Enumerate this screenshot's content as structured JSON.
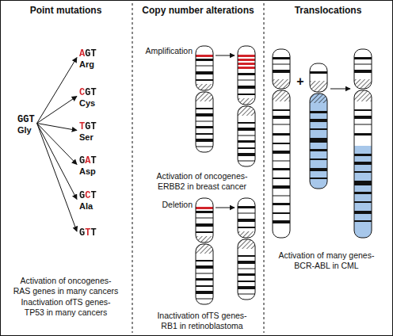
{
  "diagram": {
    "nodes": [
      {
        "text": [
          "GGT",
          "Gly"
        ]
      },
      {
        "text": [
          "AGT",
          "Arg"
        ]
      },
      {
        "text": [
          "CGT",
          "Cys"
        ]
      },
      {
        "text": [
          "TGT",
          "Ser"
        ]
      },
      {
        "text": [
          "GAT",
          "Asp"
        ]
      },
      {
        "text": [
          "GCT",
          "Ala"
        ]
      },
      {
        "text": [
          "GTT"
        ]
      }
    ],
    "edges": [
      {
        "from": 0,
        "to": 1,
        "arrow": "to"
      },
      {
        "from": 0,
        "to": 2,
        "arrow": "to"
      },
      {
        "from": 0,
        "to": 3,
        "arrow": "to"
      },
      {
        "from": 0,
        "to": 4,
        "arrow": "to"
      },
      {
        "from": 0,
        "to": 5,
        "arrow": "to"
      },
      {
        "from": 0,
        "to": 6,
        "arrow": "to"
      }
    ],
    "labels": [
      "Point mutations",
      "Copy number alterations",
      "Translocations",
      "Activation of oncogenes-",
      "RAS genes in many cancers",
      "Inactivation ofTS genes-",
      "TP53 in many cancers",
      "Amplification",
      "Activation of oncogenes-",
      "ERBB2 in breast cancer",
      "Deletion",
      "Inactivation ofTS genes-",
      "RB1 in retinoblastoma",
      "+",
      "Activation of many genes-",
      "BCR-ABL in CML"
    ]
  }
}
